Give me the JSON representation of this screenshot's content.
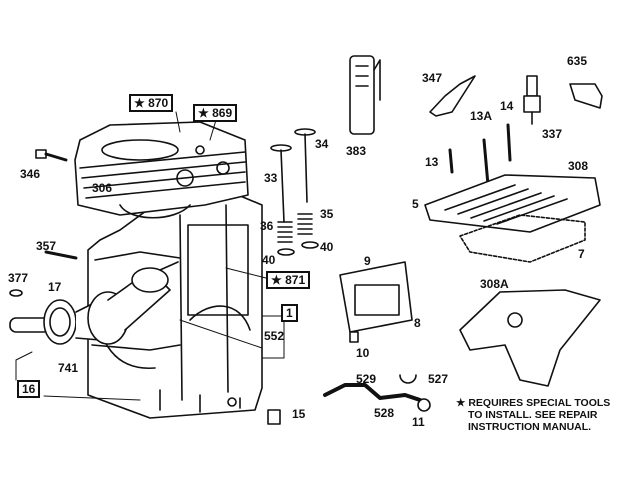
{
  "colors": {
    "ink": "#111111",
    "paper": "#ffffff",
    "shade": "#9a9a9a"
  },
  "callouts": {
    "c870": "★ 870",
    "c869": "★ 869",
    "c871": "★ 871",
    "c1": "1",
    "c16": "16",
    "p346": "346",
    "p306": "306",
    "p357": "357",
    "p377": "377",
    "p17": "17",
    "p741": "741",
    "p33": "33",
    "p34": "34",
    "p36": "36",
    "p35": "35",
    "p40a": "40",
    "p40b": "40",
    "p383": "383",
    "p347": "347",
    "p635": "635",
    "p13A": "13A",
    "p14": "14",
    "p337": "337",
    "p13": "13",
    "p308": "308",
    "p5": "5",
    "p7": "7",
    "p9": "9",
    "p8": "8",
    "p10": "10",
    "p552": "552",
    "p308A": "308A",
    "p529": "529",
    "p527": "527",
    "p528": "528",
    "p11": "11",
    "p15": "15"
  },
  "note": {
    "line1": "★ REQUIRES SPECIAL TOOLS",
    "line2": "TO INSTALL.  SEE REPAIR",
    "line3": "INSTRUCTION MANUAL."
  }
}
